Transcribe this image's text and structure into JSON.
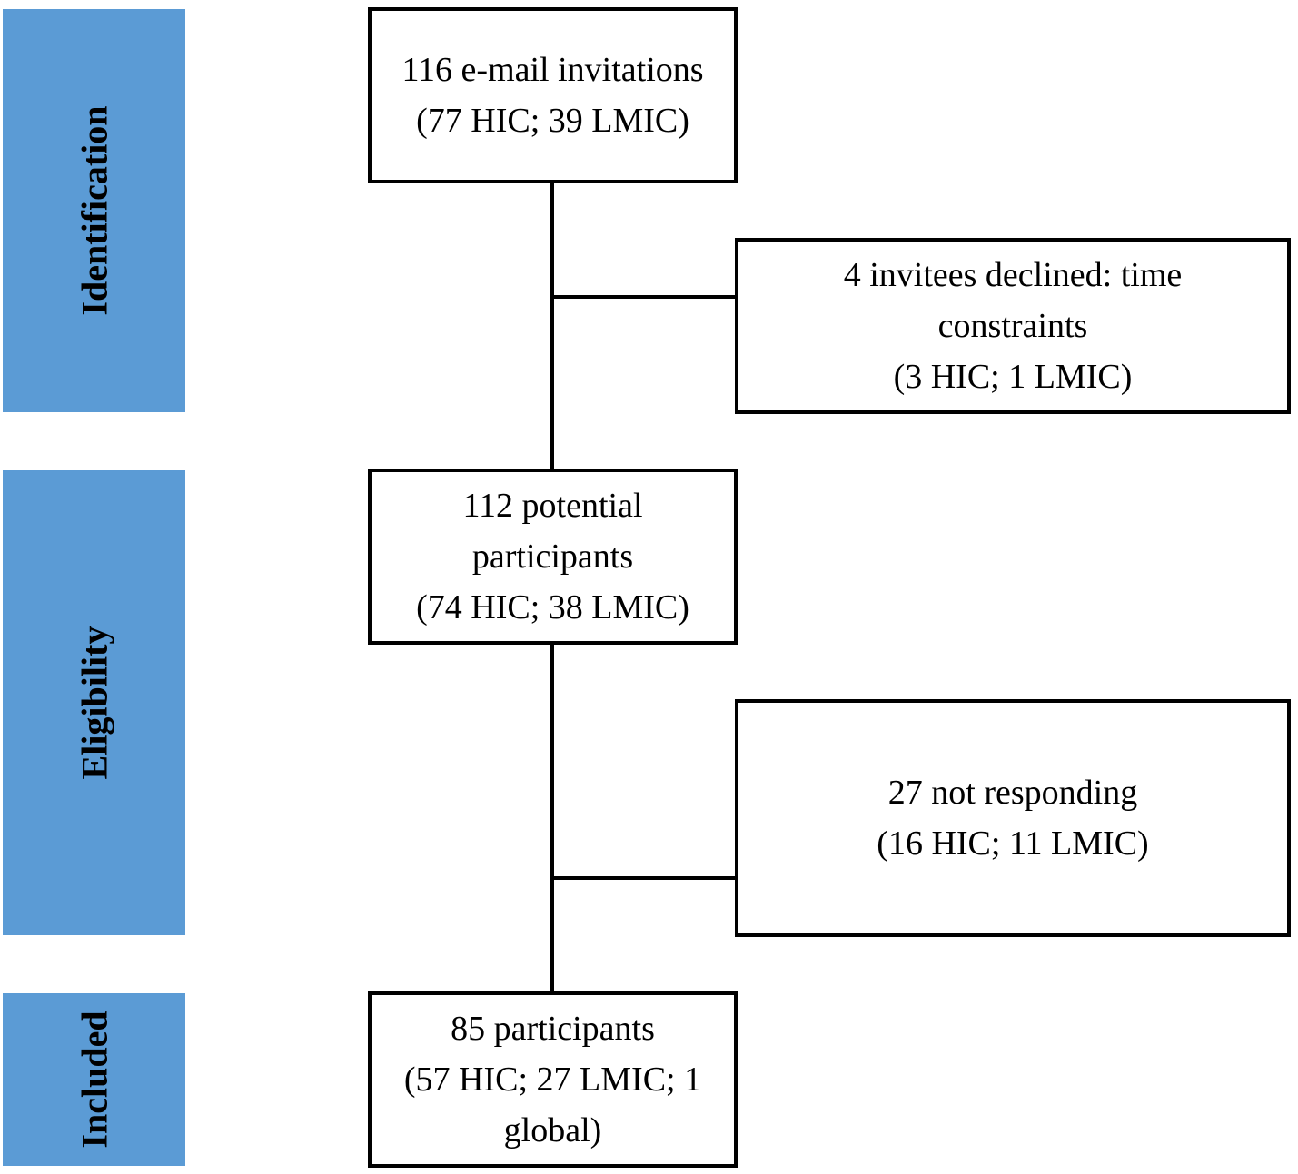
{
  "colors": {
    "stage_band": "#5b9bd5",
    "box_border": "#000000",
    "background": "#ffffff"
  },
  "stages": {
    "identification": "Identification",
    "eligibility": "Eligibility",
    "included": "Included"
  },
  "boxes": {
    "invitations": {
      "line1": "116 e-mail invitations",
      "line2": "(77 HIC; 39 LMIC)"
    },
    "declined": {
      "line1": "4  invitees declined: time",
      "line2": "constraints",
      "line3": "(3 HIC; 1 LMIC)"
    },
    "potential": {
      "line1": "112 potential",
      "line2": "participants",
      "line3": "(74 HIC; 38 LMIC)"
    },
    "not_responding": {
      "line1": "27 not responding",
      "line2": "(16 HIC; 11 LMIC)"
    },
    "included": {
      "line1": "85 participants",
      "line2": "(57 HIC; 27 LMIC; 1",
      "line3": "global)"
    }
  }
}
